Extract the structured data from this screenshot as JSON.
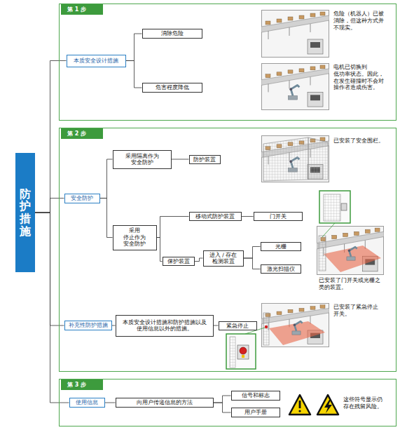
{
  "diagram": {
    "nodes": [
      {
        "text": [
          "防护措施"
        ]
      },
      {
        "text": [
          "第 1 步"
        ]
      },
      {
        "text": [
          "本质安全设计措施"
        ],
        "in": 1
      },
      {
        "text": [
          "消除危险"
        ],
        "in": 1
      },
      {
        "text": [
          "危害程度降低"
        ],
        "in": 1
      },
      {
        "text": [
          "第 2 步"
        ]
      },
      {
        "text": [
          "安全防护"
        ],
        "in": 5
      },
      {
        "text": [
          "采用隔离作为 安全防护"
        ],
        "in": 5
      },
      {
        "text": [
          "防护装置"
        ],
        "in": 5
      },
      {
        "text": [
          "采用 停止作为 安全防护"
        ],
        "in": 5
      },
      {
        "text": [
          "移动式防护装置"
        ],
        "in": 5
      },
      {
        "text": [
          "门开关"
        ],
        "in": 5
      },
      {
        "text": [
          "保护装置"
        ],
        "in": 5
      },
      {
        "text": [
          "进入 / 存在 检测装置"
        ],
        "in": 5
      },
      {
        "text": [
          "光栅"
        ],
        "in": 5
      },
      {
        "text": [
          "激光扫描仪"
        ],
        "in": 5
      },
      {
        "text": [
          "补充性防护措施"
        ],
        "in": 5
      },
      {
        "text": [
          "本质安全设计措施和防护措施以及 使用信息以外的措施。"
        ],
        "in": 5
      },
      {
        "text": [
          "紧急停止"
        ],
        "in": 5
      },
      {
        "text": [
          "第 3 步"
        ]
      },
      {
        "text": [
          "使用信息"
        ],
        "in": 19
      },
      {
        "text": [
          "向用户传递信息的方法"
        ],
        "in": 19
      },
      {
        "text": [
          "信号和标志"
        ],
        "in": 19
      },
      {
        "text": [
          "用户手册"
        ],
        "in": 19
      }
    ],
    "edges": [
      {
        "from": 0,
        "to": 2,
        "arrow": "none"
      },
      {
        "from": 0,
        "to": 6,
        "arrow": "none"
      },
      {
        "from": 0,
        "to": 16,
        "arrow": "none"
      },
      {
        "from": 0,
        "to": 20,
        "arrow": "none"
      },
      {
        "from": 2,
        "to": 3,
        "arrow": "none"
      },
      {
        "from": 2,
        "to": 4,
        "arrow": "none"
      },
      {
        "from": 6,
        "to": 7,
        "arrow": "none"
      },
      {
        "from": 6,
        "to": 9,
        "arrow": "none"
      },
      {
        "from": 7,
        "to": 8,
        "arrow": "none"
      },
      {
        "from": 9,
        "to": 10,
        "arrow": "none"
      },
      {
        "from": 9,
        "to": 12,
        "arrow": "none"
      },
      {
        "from": 10,
        "to": 11,
        "arrow": "none"
      },
      {
        "from": 12,
        "to": 13,
        "arrow": "none"
      },
      {
        "from": 13,
        "to": 14,
        "arrow": "none"
      },
      {
        "from": 13,
        "to": 15,
        "arrow": "none"
      },
      {
        "from": 16,
        "to": 17,
        "arrow": "none"
      },
      {
        "from": 17,
        "to": 18,
        "arrow": "none"
      },
      {
        "from": 20,
        "to": 21,
        "arrow": "none"
      },
      {
        "from": 21,
        "to": 22,
        "arrow": "none"
      },
      {
        "from": 21,
        "to": 23,
        "arrow": "none"
      }
    ],
    "labels": [
      "危险（机器人）已被 消除，但这种方式并 不现实。",
      "电机已切换到 低功率状态。因此， 在发生碰撞时不会对 操作者造成伤害。",
      "已安装了安全围栏。",
      "已安装了门开关或光栅之 类的装置。",
      "已安装了紧急停止 开关。",
      "这些符号显示仍 存在残留风险。"
    ]
  }
}
